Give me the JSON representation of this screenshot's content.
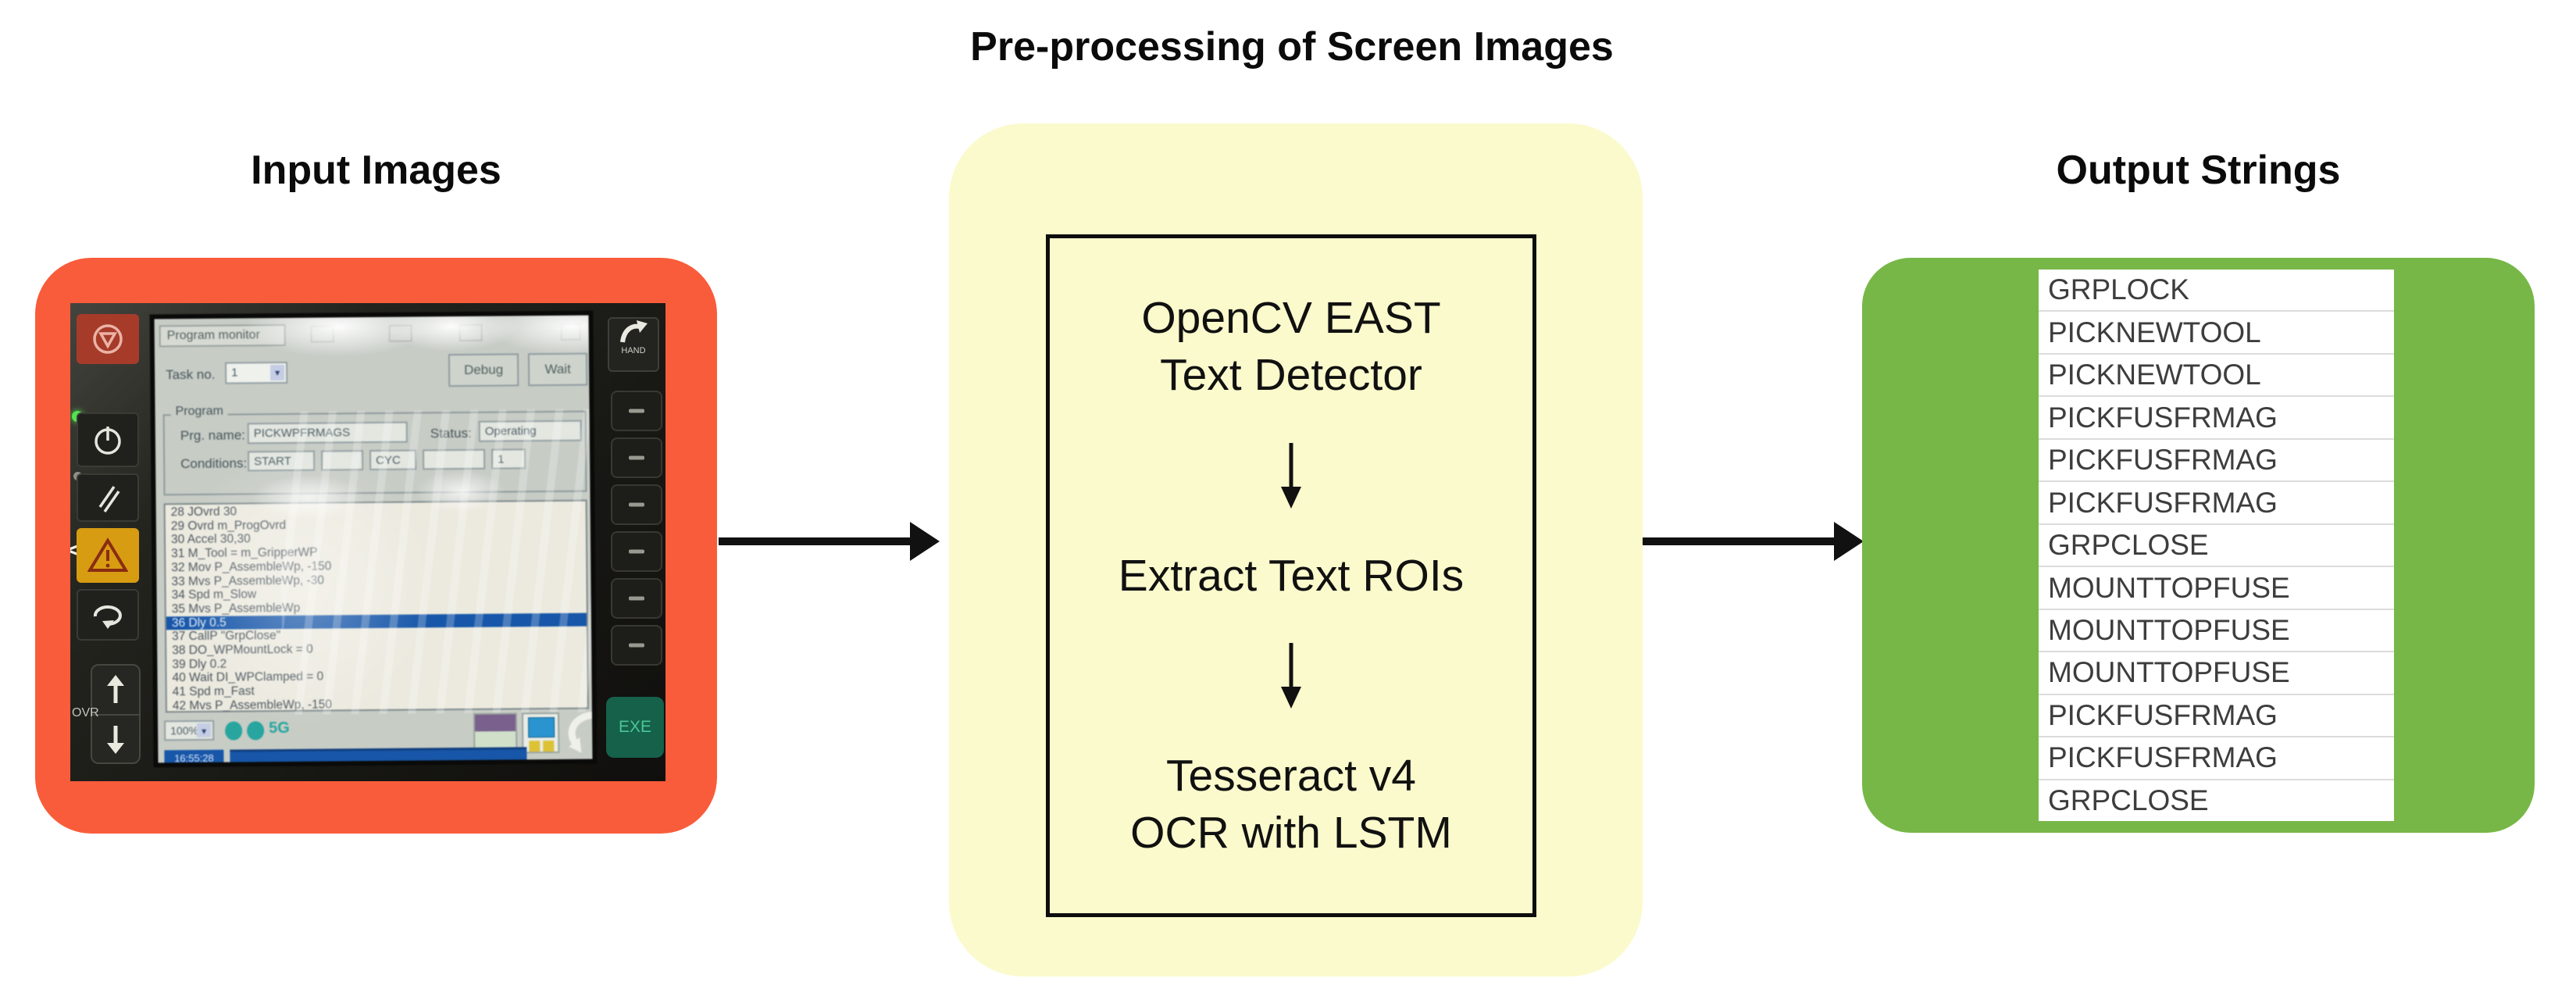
{
  "diagram": {
    "input": {
      "title": "Input Images"
    },
    "preprocessing": {
      "title": "Pre-processing of Screen Images",
      "steps": [
        {
          "lines": [
            "OpenCV EAST",
            "Text Detector"
          ]
        },
        {
          "lines": [
            "Extract Text ROIs"
          ]
        },
        {
          "lines": [
            "Tesseract v4",
            "OCR with LSTM"
          ]
        }
      ]
    },
    "output": {
      "title": "Output Strings",
      "strings": [
        "GRPLOCK",
        "PICKNEWTOOL",
        "PICKNEWTOOL",
        "PICKFUSFRMAG",
        "PICKFUSFRMAG",
        "PICKFUSFRMAG",
        "GRPCLOSE",
        "MOUNTTOPFUSE",
        "MOUNTTOPFUSE",
        "MOUNTTOPFUSE",
        "PICKFUSFRMAG",
        "PICKFUSFRMAG",
        "GRPCLOSE"
      ]
    }
  },
  "pendant": {
    "screen": {
      "tab_title": "Program monitor",
      "task_label": "Task no.",
      "task_value": "1",
      "buttons": {
        "debug": "Debug",
        "wait": "Wait"
      },
      "program_group": {
        "label": "Program",
        "prg_name_label": "Prg. name:",
        "prg_name_value": "PICKWPFRMAGS",
        "status_label": "Status:",
        "status_value": "Operating",
        "conditions_label": "Conditions:",
        "condition_start": "START",
        "condition_cyc": "CYC",
        "condition_num": "1"
      },
      "program_lines": [
        "28 JOvrd 30",
        "29 Ovrd m_ProgOvrd",
        "30 Accel 30,30",
        "31 M_Tool = m_GripperWP",
        "32 Mov P_AssembleWp, -150",
        "33 Mvs P_AssembleWp, -30",
        "34 Spd m_Slow",
        "35 Mvs P_AssembleWp",
        "36 Dly 0.5",
        "37 CallP \"GrpClose\"",
        "38 DO_WPMountLock = 0",
        "39 Dly 0.2",
        "40 Wait DI_WPClamped = 0",
        "41 Spd m_Fast",
        "42 Mvs P_AssembleWp, -150"
      ],
      "override_value": "100%",
      "time_value": "16:55:28"
    },
    "keys": {
      "hand": "HAND",
      "exe": "EXE",
      "ovr": "OVR"
    }
  },
  "colors": {
    "input_accent": "#F95C3B",
    "preprocess_bg": "#FBFACC",
    "output_accent": "#77B747",
    "highlight_row": "#1257B0",
    "exe_green": "#15614A"
  }
}
